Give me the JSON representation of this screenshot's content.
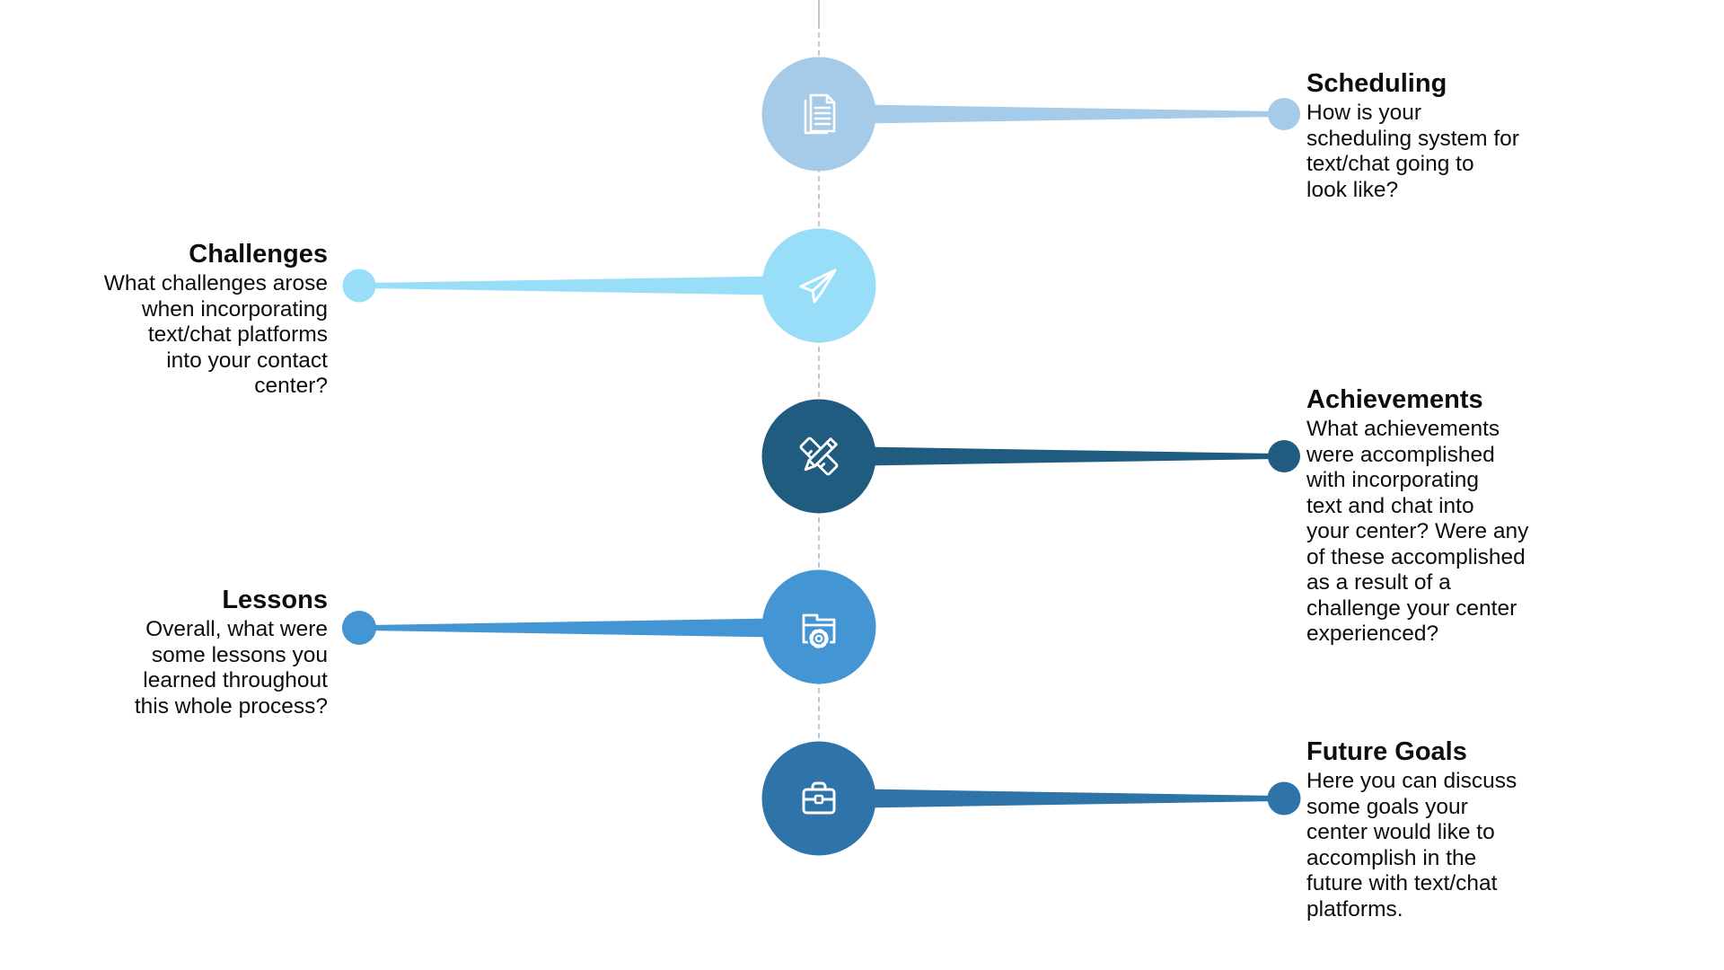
{
  "timeline": {
    "axis": {
      "color": "#b0b0b0"
    },
    "items": [
      {
        "id": "scheduling",
        "title": "Scheduling",
        "description": "How is your\nscheduling system for\ntext/chat going to\nlook like?",
        "color": "#A5CBE9",
        "side": "right",
        "icon": "document-icon"
      },
      {
        "id": "challenges",
        "title": "Challenges",
        "description": "What challenges arose\nwhen incorporating\ntext/chat platforms\ninto your contact\ncenter?",
        "color": "#99DEF9",
        "side": "left",
        "icon": "paper-plane-icon"
      },
      {
        "id": "achievements",
        "title": "Achievements",
        "description": "What achievements\nwere accomplished\nwith incorporating\ntext and chat into\nyour center? Were any\nof these accomplished\nas a result of a\nchallenge your center\nexperienced?",
        "color": "#1F5C80",
        "side": "right",
        "icon": "pencil-ruler-icon"
      },
      {
        "id": "lessons",
        "title": "Lessons",
        "description": "Overall, what were\nsome lessons you\nlearned throughout\nthis whole process?",
        "color": "#4396D3",
        "side": "left",
        "icon": "folder-gear-icon"
      },
      {
        "id": "future_goals",
        "title": "Future Goals",
        "description": "Here you can discuss\nsome goals your\ncenter would like to\naccomplish in the\nfuture with text/chat\nplatforms.",
        "color": "#2E74A8",
        "side": "right",
        "icon": "briefcase-icon"
      }
    ]
  }
}
